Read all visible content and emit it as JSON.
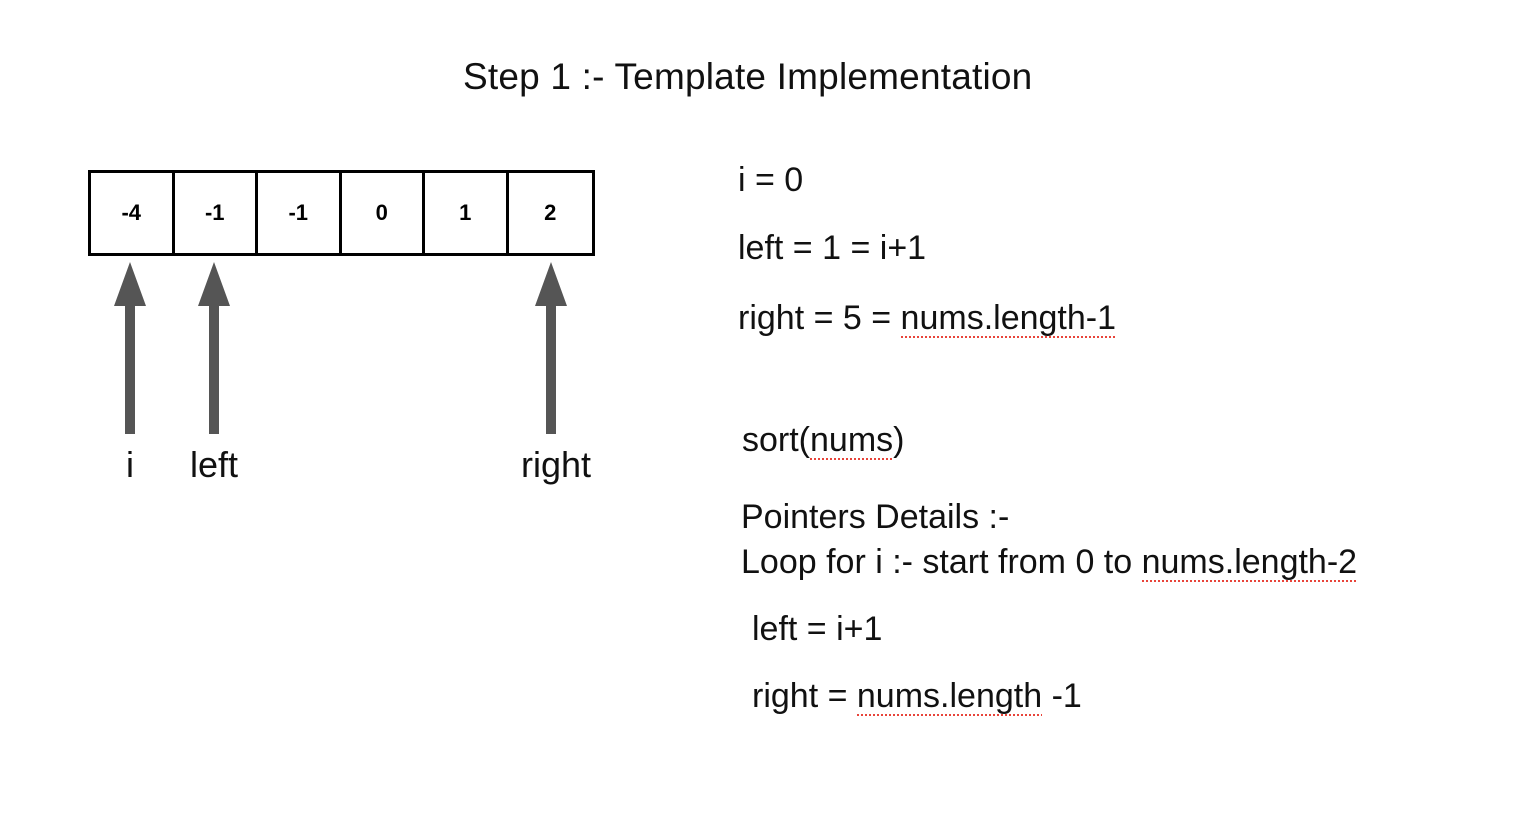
{
  "title": "Step 1 :- Template Implementation",
  "array": {
    "values": [
      "-4",
      "-1",
      "-1",
      "0",
      "1",
      "2"
    ]
  },
  "pointers": [
    {
      "label": "i",
      "cell_index": 0
    },
    {
      "label": "left",
      "cell_index": 1
    },
    {
      "label": "right",
      "cell_index": 5
    }
  ],
  "notes": {
    "state": [
      {
        "text": "i = 0",
        "spell_error": ""
      },
      {
        "text": "left = 1 = i+1",
        "spell_error": ""
      },
      {
        "text": "right = 5 = ",
        "spell_error": "nums.length-1"
      }
    ],
    "sort_call": {
      "text": "sort(",
      "spell_error": "nums",
      "suffix": ")"
    },
    "pointers_heading": "Pointers Details :-",
    "loop_line": {
      "text": "Loop for i :- start from 0 to ",
      "spell_error": "nums.length-2"
    },
    "left_line": {
      "text": "left = i+1",
      "spell_error": ""
    },
    "right_line": {
      "text": "right = ",
      "spell_error": "nums.length",
      "suffix": " -1"
    }
  },
  "colors": {
    "arrow": "#555555",
    "border": "#000000",
    "text": "#111111",
    "spellcheck": "#e8443a",
    "background": "#ffffff"
  }
}
